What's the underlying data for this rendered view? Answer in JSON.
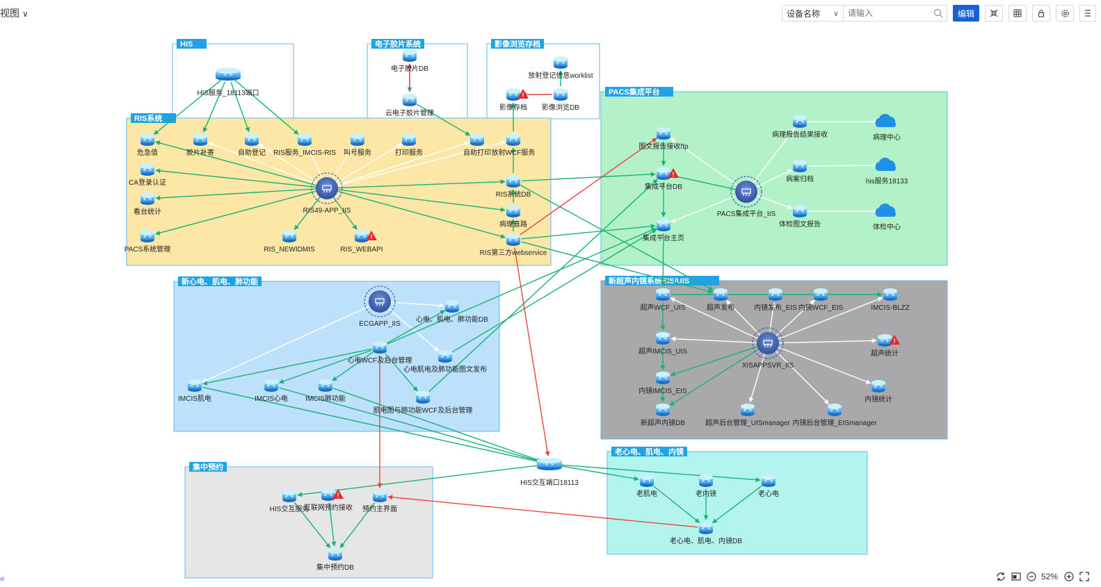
{
  "toolbar": {
    "view_label": "视图",
    "select_value": "设备名称",
    "search_placeholder": "请输入",
    "edit_label": "编辑"
  },
  "zoom": "52%",
  "corner_text": "vl",
  "colors": {
    "edge_green": "#17b178",
    "edge_white": "#ffffff",
    "edge_red": "#f04040",
    "label_bg": "#1ea3e6",
    "primary": "#1a5fd6"
  },
  "groups": [
    {
      "id": "his",
      "title": "HIS",
      "fill": "#ffffff",
      "stroke": "#5fb8f0"
    },
    {
      "id": "film",
      "title": "电子胶片系统",
      "fill": "#ffffff",
      "stroke": "#5fb8f0"
    },
    {
      "id": "imgbrowse",
      "title": "影像浏览存档",
      "fill": "#ffffff",
      "stroke": "#5fb8f0"
    },
    {
      "id": "ris",
      "title": "RIS系统",
      "fill": "#fde7a6",
      "stroke": "#5fb8f0"
    },
    {
      "id": "pacs",
      "title": "PACS集成平台",
      "fill": "#b3f2c8",
      "stroke": "#5fb8f0"
    },
    {
      "id": "ecg",
      "title": "新心电、肌电、肺功能",
      "fill": "#bde1fb",
      "stroke": "#5fb8f0"
    },
    {
      "id": "eis",
      "title": "新超声内镜系统EIS/UIS",
      "fill": "#a9a9ab",
      "stroke": "#5fb8f0"
    },
    {
      "id": "booking",
      "title": "集中预约",
      "fill": "#e6e6e6",
      "stroke": "#5fb8f0"
    },
    {
      "id": "oldecg",
      "title": "老心电、肌电、内镜",
      "fill": "#b3f5ee",
      "stroke": "#5fb8f0"
    }
  ],
  "nodes": [
    {
      "id": "his_svc",
      "label": "HIS服务_18113端口",
      "kind": "server",
      "warn": false
    },
    {
      "id": "film_db",
      "label": "电子胶片DB",
      "kind": "device",
      "warn": false
    },
    {
      "id": "cloud_film",
      "label": "云电子胶片管理",
      "kind": "device",
      "warn": false
    },
    {
      "id": "worklist",
      "label": "放射登记信息worklist",
      "kind": "device",
      "warn": false
    },
    {
      "id": "img_store",
      "label": "影像存档",
      "kind": "device",
      "warn": true
    },
    {
      "id": "img_db",
      "label": "影像浏览DB",
      "kind": "device",
      "warn": false
    },
    {
      "id": "weiji",
      "label": "危急值",
      "kind": "device",
      "warn": false
    },
    {
      "id": "film_fix",
      "label": "胶片补寄",
      "kind": "device",
      "warn": false
    },
    {
      "id": "self_reg",
      "label": "自助登记",
      "kind": "device",
      "warn": false
    },
    {
      "id": "ris_imcis",
      "label": "RIS服务_IMCIS-RIS",
      "kind": "device",
      "warn": false
    },
    {
      "id": "call",
      "label": "叫号服务",
      "kind": "device",
      "warn": false
    },
    {
      "id": "print",
      "label": "打印服务",
      "kind": "device",
      "warn": false
    },
    {
      "id": "self_print",
      "label": "自助打印",
      "kind": "device",
      "warn": false
    },
    {
      "id": "rad_wcf",
      "label": "放射WCF服务",
      "kind": "device",
      "warn": false
    },
    {
      "id": "ca",
      "label": "CA登录认证",
      "kind": "device",
      "warn": false
    },
    {
      "id": "ris_app",
      "label": "RIS49-APP_IIS",
      "kind": "hub",
      "warn": false
    },
    {
      "id": "ris_db",
      "label": "RIS系统DB",
      "kind": "device",
      "warn": false
    },
    {
      "id": "stats",
      "label": "看台统计",
      "kind": "device",
      "warn": false
    },
    {
      "id": "path_route",
      "label": "病理直路",
      "kind": "device",
      "warn": false
    },
    {
      "id": "pacs_mgr",
      "label": "PACS系统管理",
      "kind": "device",
      "warn": false
    },
    {
      "id": "ris_newid",
      "label": "RIS_NEWIDMIS",
      "kind": "device",
      "warn": false
    },
    {
      "id": "ris_webapi",
      "label": "RIS_WEBAPI",
      "kind": "device",
      "warn": true
    },
    {
      "id": "ris_3rd",
      "label": "RIS第三方webservice",
      "kind": "device",
      "warn": false
    },
    {
      "id": "ftp",
      "label": "图文报告接收ftp",
      "kind": "device",
      "warn": false
    },
    {
      "id": "path_recv",
      "label": "病理报告结果接收",
      "kind": "device",
      "warn": false
    },
    {
      "id": "path_center",
      "label": "病理中心",
      "kind": "cloud",
      "warn": false
    },
    {
      "id": "pacs_db",
      "label": "集成平台DB",
      "kind": "device",
      "warn": true
    },
    {
      "id": "pacs_app",
      "label": "PACS集成平台_IIS",
      "kind": "hub",
      "warn": false
    },
    {
      "id": "path_archive",
      "label": "病案归档",
      "kind": "device",
      "warn": false
    },
    {
      "id": "his18133",
      "label": "his服务18133",
      "kind": "cloud",
      "warn": false
    },
    {
      "id": "pacs_main",
      "label": "集成平台主页",
      "kind": "device",
      "warn": false
    },
    {
      "id": "exam_rpt",
      "label": "体检图文报告",
      "kind": "device",
      "warn": false
    },
    {
      "id": "exam_center",
      "label": "体检中心",
      "kind": "cloud",
      "warn": false
    },
    {
      "id": "ecg_app",
      "label": "ECGAPP_IIS",
      "kind": "hub",
      "warn": false
    },
    {
      "id": "ecg_db",
      "label": "心电、肌电、肺功能DB",
      "kind": "device",
      "warn": false
    },
    {
      "id": "ecg_wcf",
      "label": "心电WCF及后台管理",
      "kind": "device",
      "warn": false
    },
    {
      "id": "ecg_pub",
      "label": "心电肌电及肺功能图文发布",
      "kind": "device",
      "warn": false
    },
    {
      "id": "imcis_emg",
      "label": "IMCIS肌电",
      "kind": "device",
      "warn": false
    },
    {
      "id": "imcis_ecg",
      "label": "IMCIS心电",
      "kind": "device",
      "warn": false
    },
    {
      "id": "imcis_lung",
      "label": "IMCIS肺功能",
      "kind": "device",
      "warn": false
    },
    {
      "id": "emg_wcf",
      "label": "肌电图与肺功能WCF及后台管理",
      "kind": "device",
      "warn": false
    },
    {
      "id": "us_wcf",
      "label": "超声WCF_UIS",
      "kind": "device",
      "warn": false
    },
    {
      "id": "us_pub",
      "label": "超声发布",
      "kind": "device",
      "warn": false
    },
    {
      "id": "endo_pub",
      "label": "内镜发布_EIS",
      "kind": "device",
      "warn": false
    },
    {
      "id": "endo_wcf",
      "label": "内镜WCF_EIS",
      "kind": "device",
      "warn": false
    },
    {
      "id": "blzz",
      "label": "IMCIS-BLZZ",
      "kind": "device",
      "warn": false
    },
    {
      "id": "us_imcis",
      "label": "超声IMCIS_UIS",
      "kind": "device",
      "warn": false
    },
    {
      "id": "xisa",
      "label": "XISAPPSVR_IIS",
      "kind": "hub",
      "warn": false
    },
    {
      "id": "us_stats",
      "label": "超声统计",
      "kind": "device",
      "warn": true
    },
    {
      "id": "endo_imcis",
      "label": "内镜IMCIS_EIS",
      "kind": "device",
      "warn": false
    },
    {
      "id": "endo_stats",
      "label": "内镜统计",
      "kind": "device",
      "warn": false
    },
    {
      "id": "new_db",
      "label": "新超声内镜DB",
      "kind": "device",
      "warn": false
    },
    {
      "id": "us_mgr",
      "label": "超声后台管理_UISmanager",
      "kind": "device",
      "warn": false
    },
    {
      "id": "endo_mgr",
      "label": "内镜后台管理_EISmanager",
      "kind": "device",
      "warn": false
    },
    {
      "id": "his_io",
      "label": "HIS交互端口18113",
      "kind": "server",
      "warn": false
    },
    {
      "id": "his_svc2",
      "label": "HIS交互服务",
      "kind": "device",
      "warn": false
    },
    {
      "id": "web_recv",
      "label": "互联网预约接收",
      "kind": "device",
      "warn": true
    },
    {
      "id": "book_main",
      "label": "预约主界面",
      "kind": "device",
      "warn": false
    },
    {
      "id": "book_db",
      "label": "集中预约DB",
      "kind": "device",
      "warn": false
    },
    {
      "id": "old_emg",
      "label": "老肌电",
      "kind": "device",
      "warn": false
    },
    {
      "id": "old_endo",
      "label": "老内镜",
      "kind": "device",
      "warn": false
    },
    {
      "id": "old_ecg",
      "label": "老心电",
      "kind": "device",
      "warn": false
    },
    {
      "id": "old_db",
      "label": "老心电、肌电、内镜DB",
      "kind": "device",
      "warn": false
    }
  ],
  "edges": [
    [
      "his_svc",
      "weiji",
      "g"
    ],
    [
      "his_svc",
      "film_fix",
      "g"
    ],
    [
      "his_svc",
      "self_reg",
      "g"
    ],
    [
      "his_svc",
      "ris_imcis",
      "g"
    ],
    [
      "film_db",
      "cloud_film",
      "g"
    ],
    [
      "cloud_film",
      "film_db",
      "r"
    ],
    [
      "cloud_film",
      "self_print",
      "g"
    ],
    [
      "img_db",
      "worklist",
      "g"
    ],
    [
      "img_db",
      "img_store",
      "r"
    ],
    [
      "ris_app",
      "weiji",
      "g"
    ],
    [
      "ris_app",
      "film_fix",
      "w"
    ],
    [
      "ris_app",
      "self_reg",
      "w"
    ],
    [
      "ris_app",
      "ris_imcis",
      "w"
    ],
    [
      "ris_app",
      "call",
      "w"
    ],
    [
      "ris_app",
      "print",
      "w"
    ],
    [
      "ris_app",
      "self_print",
      "w"
    ],
    [
      "ris_app",
      "rad_wcf",
      "w"
    ],
    [
      "ris_app",
      "ca",
      "g"
    ],
    [
      "ris_app",
      "stats",
      "g"
    ],
    [
      "ris_app",
      "pacs_mgr",
      "g"
    ],
    [
      "ris_app",
      "ris_newid",
      "g"
    ],
    [
      "ris_app",
      "ris_webapi",
      "g"
    ],
    [
      "ris_app",
      "ris_db",
      "g"
    ],
    [
      "ris_app",
      "path_route",
      "g"
    ],
    [
      "ris_app",
      "ris_3rd",
      "g"
    ],
    [
      "rad_wcf",
      "img_store",
      "g"
    ],
    [
      "ris_db",
      "rad_wcf",
      "g"
    ],
    [
      "path_route",
      "ris_db",
      "g"
    ],
    [
      "ris_3rd",
      "path_route",
      "g"
    ],
    [
      "pacs_app",
      "ftp",
      "w"
    ],
    [
      "pacs_app",
      "path_recv",
      "w"
    ],
    [
      "pacs_app",
      "path_archive",
      "w"
    ],
    [
      "pacs_app",
      "exam_rpt",
      "w"
    ],
    [
      "pacs_app",
      "pacs_db",
      "g"
    ],
    [
      "pacs_app",
      "pacs_main",
      "w"
    ],
    [
      "path_recv",
      "path_center",
      "w"
    ],
    [
      "path_archive",
      "his18133",
      "w"
    ],
    [
      "exam_rpt",
      "exam_center",
      "w"
    ],
    [
      "ftp",
      "pacs_db",
      "g"
    ],
    [
      "pacs_db",
      "pacs_main",
      "g"
    ],
    [
      "ris_3rd",
      "pacs_main",
      "g"
    ],
    [
      "ris_3rd",
      "us_pub",
      "g"
    ],
    [
      "ris_db",
      "pacs_db",
      "g"
    ],
    [
      "ris_db",
      "us_pub",
      "g"
    ],
    [
      "ecg_app",
      "ecg_db",
      "w"
    ],
    [
      "ecg_app",
      "imcis_emg",
      "w"
    ],
    [
      "ecg_app",
      "ecg_pub",
      "w"
    ],
    [
      "ecg_wcf",
      "imcis_emg",
      "g"
    ],
    [
      "ecg_wcf",
      "imcis_ecg",
      "g"
    ],
    [
      "ecg_wcf",
      "imcis_lung",
      "g"
    ],
    [
      "ecg_wcf",
      "emg_wcf",
      "g"
    ],
    [
      "ecg_wcf",
      "ecg_db",
      "g"
    ],
    [
      "ecg_pub",
      "pacs_main",
      "g"
    ],
    [
      "ecg_wcf",
      "pacs_main",
      "g"
    ],
    [
      "emg_wcf",
      "pacs_db",
      "g"
    ],
    [
      "xisa",
      "us_wcf",
      "w"
    ],
    [
      "xisa",
      "us_pub",
      "w"
    ],
    [
      "xisa",
      "endo_pub",
      "w"
    ],
    [
      "xisa",
      "endo_wcf",
      "w"
    ],
    [
      "xisa",
      "blzz",
      "w"
    ],
    [
      "xisa",
      "us_imcis",
      "w"
    ],
    [
      "xisa",
      "us_stats",
      "w"
    ],
    [
      "xisa",
      "endo_imcis",
      "g"
    ],
    [
      "xisa",
      "endo_stats",
      "w"
    ],
    [
      "xisa",
      "new_db",
      "g"
    ],
    [
      "xisa",
      "us_mgr",
      "w"
    ],
    [
      "xisa",
      "endo_mgr",
      "w"
    ],
    [
      "us_wcf",
      "blzz",
      "g"
    ],
    [
      "us_wcf",
      "us_imcis",
      "g"
    ],
    [
      "us_imcis",
      "endo_imcis",
      "g"
    ],
    [
      "endo_imcis",
      "new_db",
      "g"
    ],
    [
      "pacs_main",
      "us_wcf",
      "g"
    ],
    [
      "imcis_emg",
      "his_io",
      "g"
    ],
    [
      "imcis_ecg",
      "his_io",
      "g"
    ],
    [
      "imcis_lung",
      "his_io",
      "g"
    ],
    [
      "his_io",
      "his_svc2",
      "g"
    ],
    [
      "his_io",
      "old_emg",
      "g"
    ],
    [
      "his_io",
      "old_ecg",
      "g"
    ],
    [
      "his_svc2",
      "book_db",
      "g"
    ],
    [
      "web_recv",
      "book_db",
      "g"
    ],
    [
      "book_main",
      "book_db",
      "g"
    ],
    [
      "old_emg",
      "old_db",
      "g"
    ],
    [
      "old_endo",
      "old_db",
      "g"
    ],
    [
      "old_ecg",
      "old_db",
      "g"
    ],
    [
      "ris_3rd",
      "his_io",
      "r"
    ],
    [
      "ecg_wcf",
      "book_main",
      "r"
    ],
    [
      "old_db",
      "book_main",
      "r"
    ],
    [
      "ris_3rd",
      "ftp",
      "r"
    ]
  ]
}
